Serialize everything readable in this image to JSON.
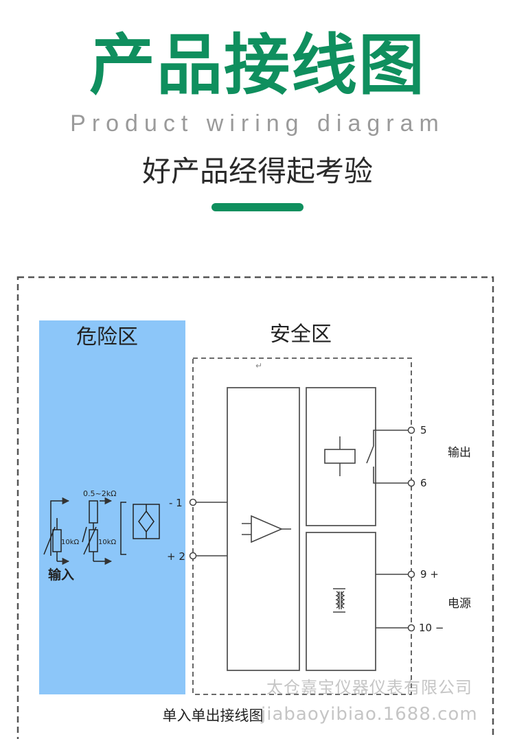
{
  "header": {
    "title_cn": "产品接线图",
    "title_en": "Product wiring diagram",
    "slogan": "好产品经得起考验"
  },
  "colors": {
    "accent": "#0f8f5e",
    "hazard_zone": "#8cc6f9",
    "line": "#555555"
  },
  "diagram": {
    "hazard_zone_label": "危险区",
    "safe_zone_label": "安全区",
    "input_label": "输入",
    "resistance_range": "0.5~2kΩ",
    "resistor_label_1": "10kΩ",
    "resistor_label_2": "10kΩ",
    "terminal_1": "- 1",
    "terminal_2": "+ 2",
    "terminal_5": "5",
    "terminal_6": "6",
    "terminal_9": "9 +",
    "terminal_10": "10 −",
    "output_label": "输出",
    "power_label": "电源",
    "caption": "单入单出接线图",
    "return_mark": "↵"
  },
  "watermark": {
    "company": "太仓嘉宝仪器仪表有限公司",
    "url": "jiabaoyibiao.1688.com"
  }
}
